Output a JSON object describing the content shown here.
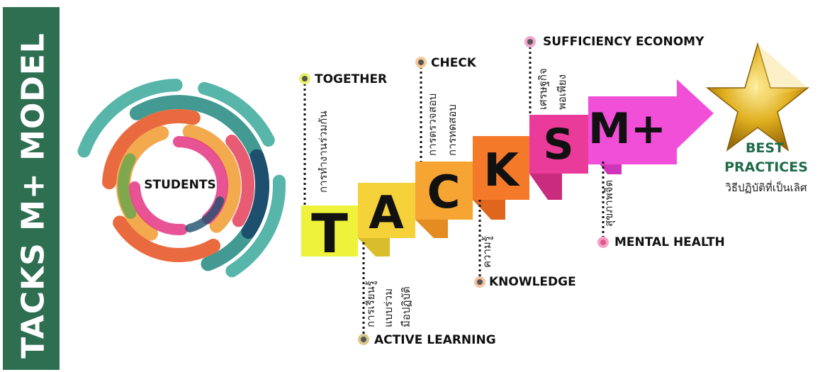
{
  "sidebar": {
    "title": "TACKS M+  MODEL"
  },
  "center": {
    "label": "STUDENTS"
  },
  "steps": [
    {
      "letter": "T",
      "color": "#eef23a"
    },
    {
      "letter": "A",
      "color": "#f5d23a"
    },
    {
      "letter": "C",
      "color": "#f7a532"
    },
    {
      "letter": "K",
      "color": "#f47a2a"
    },
    {
      "letter": "S",
      "color": "#ea3a9a"
    },
    {
      "letter": "M+",
      "color": "#f14fd8"
    }
  ],
  "labels": {
    "together": "TOGETHER",
    "together_thai": "การทำงานร่วมกัน",
    "check": "CHECK",
    "check_thai_1": "การตรวจสอบ",
    "check_thai_2": "การทดสอบ",
    "sufficiency": "SUFFICIENCY ECONOMY",
    "sufficiency_thai_1": "เศรษฐกิจ",
    "sufficiency_thai_2": "พอเพียง",
    "active": "ACTIVE LEARNING",
    "active_thai_1": "การเรียนรู้",
    "active_thai_2": "แบบร่วม",
    "active_thai_3": "มือปฏิบัติ",
    "knowledge": "KNOWLEDGE",
    "knowledge_thai": "ความรู้",
    "mental": "MENTAL HEALTH",
    "mental_thai": "สุขภาพจิต"
  },
  "best": {
    "line1": "BEST",
    "line2": "PRACTICES",
    "thai": "วิธีปฏิบัติที่เป็นเลิศ"
  },
  "colors": {
    "sidebar": "#2e6f52",
    "best_text": "#1f6b4a",
    "star": "#d4a017"
  }
}
